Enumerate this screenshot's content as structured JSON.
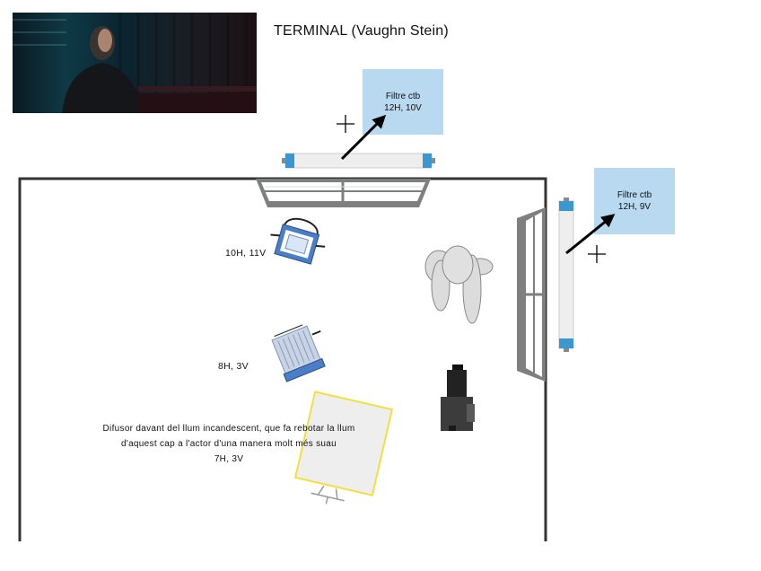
{
  "title": "TERMINAL (Vaughn Stein)",
  "film_still_alt": "Terminal film still",
  "filter_top": {
    "line1": "Filtre ctb",
    "line2": "12H, 10V"
  },
  "filter_right": {
    "line1": "Filtre ctb",
    "line2": "12H, 9V"
  },
  "fresnel_label": "10H, 11V",
  "softbox_label": "8H, 3V",
  "diffuser_note": {
    "line1": "Difusor davant del llum incandescent, que fa rebotar la llum",
    "line2": "d'aquest cap a l'actor d'una manera molt més suau",
    "line3": "7H, 3V"
  },
  "colors": {
    "filter": "#b8d9f0",
    "tube_cap": "#3a97d0",
    "wall": "#333333",
    "window": "#7f7f7f",
    "diffuser_border": "#f0e040",
    "fixture_blue": "#4a7fc8"
  },
  "icons": [
    "film-still-image",
    "crosshair-icon",
    "arrow-icon",
    "led-tube-icon",
    "window-icon",
    "fresnel-light-icon",
    "softbox-light-icon",
    "diffuser-panel-icon",
    "actor-icon",
    "camera-icon"
  ]
}
